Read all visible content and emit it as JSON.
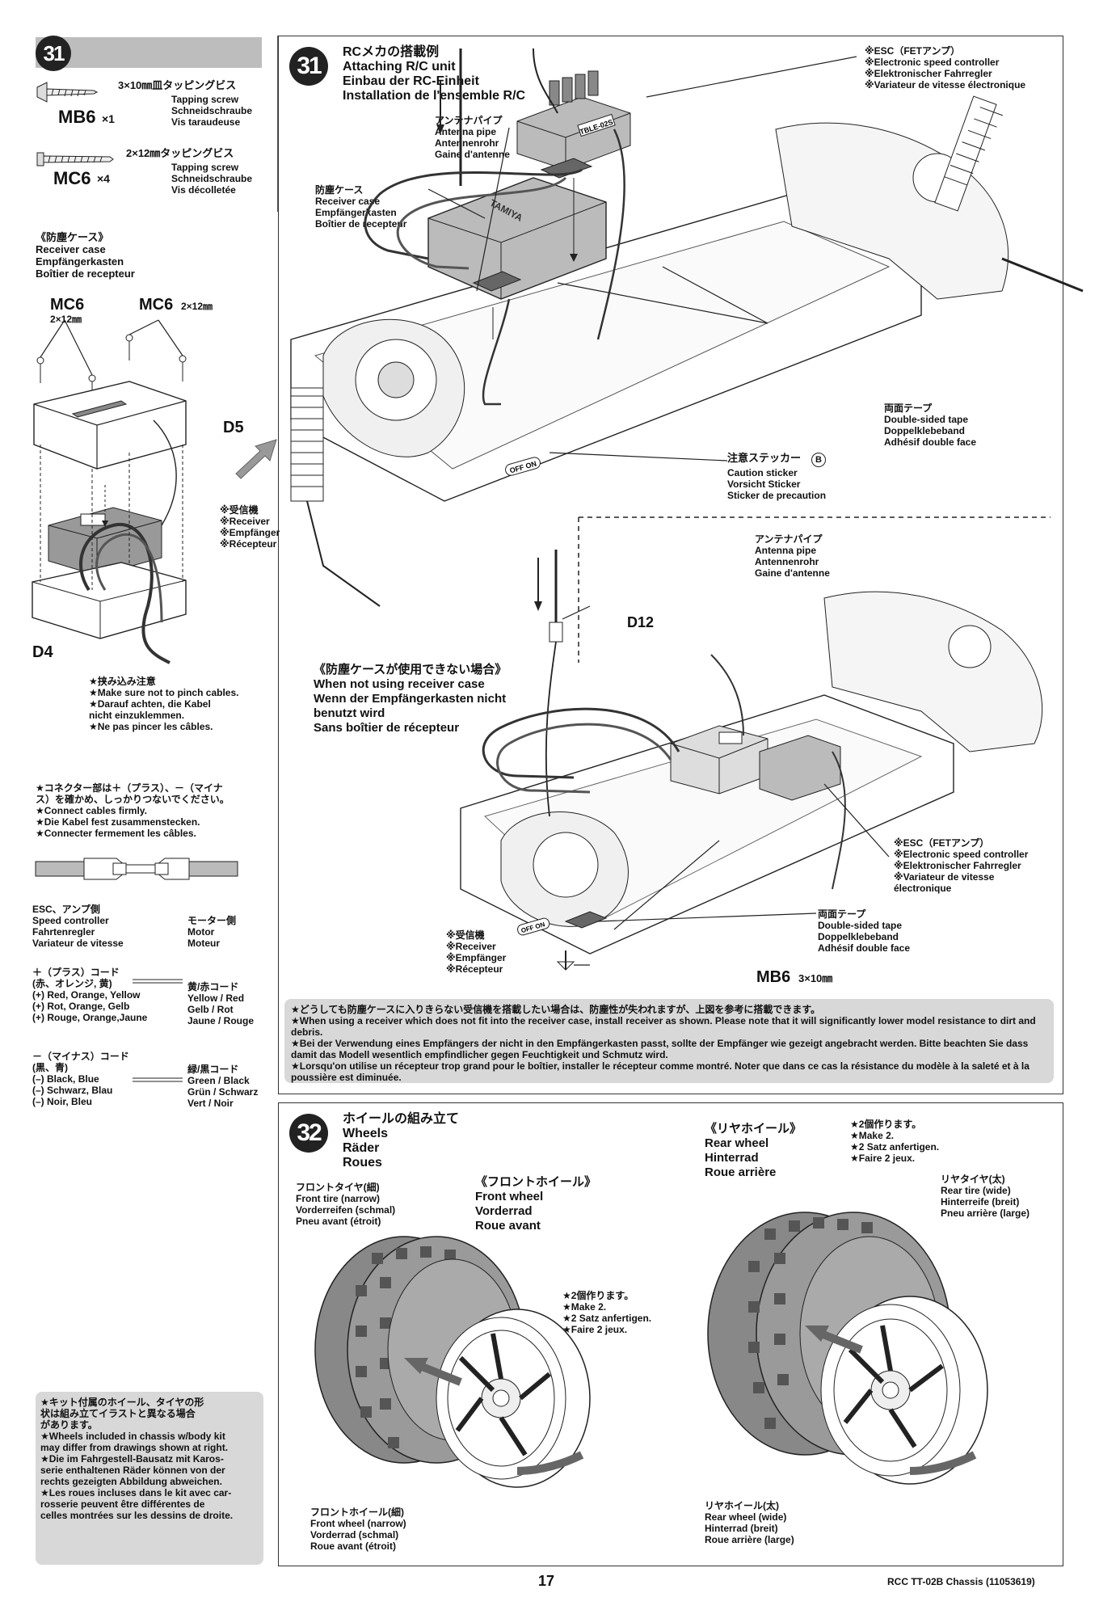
{
  "page": {
    "number": "17",
    "footer": "RCC TT-02B Chassis (11053619)"
  },
  "step31_left": {
    "step_num": "31",
    "screw_mb6": {
      "code": "MB6",
      "qty": "×1",
      "jp": "3×10㎜皿タッピングビス",
      "desc": "Tapping screw\nSchneidschraube\nVis taraudeuse"
    },
    "screw_mc6": {
      "code": "MC6",
      "qty": "×4",
      "jp": "2×12㎜タッピングビス",
      "desc": "Tapping screw\nSchneidschraube\nVis décolletée"
    },
    "receiver_case_label": "《防塵ケース》\nReceiver case\nEmpfängerkasten\nBoîtier de recepteur",
    "mc6_a": "MC6",
    "mc6_a_size": "2×12㎜",
    "mc6_b": "MC6",
    "mc6_b_size": "2×12㎜",
    "d5": "D5",
    "d4": "D4",
    "receiver_label": "※受信機\n※Receiver\n※Empfänger\n※Récepteur",
    "pinch_note": "★挟み込み注意\n★Make sure not to pinch cables.\n★Darauf achten, die Kabel\nnicht einzuklemmen.\n★Ne pas pincer les câbles.",
    "connector_note": "★コネクター部は＋（プラス）、－（マイナ\nス）を確かめ、しっかりつないでください。\n★Connect cables firmly.\n★Die Kabel fest zusammenstecken.\n★Connecter fermement les câbles.",
    "esc_side": "ESC、アンプ側\nSpeed controller\nFahrtenregler\nVariateur de vitesse",
    "motor_side": "モーター側\nMotor\nMoteur",
    "plus_cord": "＋（プラス）コード\n(赤、オレンジ, 黄)\n(+) Red, Orange, Yellow\n(+) Rot, Orange, Gelb\n(+) Rouge, Orange,Jaune",
    "yellow_red": "黄/赤コード\nYellow / Red\nGelb / Rot\nJaune / Rouge",
    "minus_cord": "－（マイナス）コード\n(黒、青)\n(–) Black, Blue\n(–) Schwarz, Blau\n(–) Noir, Bleu",
    "green_black": "緑/黒コード\nGreen / Black\nGrün / Schwarz\nVert / Noir"
  },
  "step31_main": {
    "step_num": "31",
    "title": "RCメカの搭載例\nAttaching R/C unit\nEinbau der RC-Einheit\nInstallation de l'ensemble R/C",
    "esc_label": "※ESC（FETアンプ）\n※Electronic speed controller\n※Elektronischer Fahrregler\n※Variateur de vitesse électronique",
    "antenna_label": "アンテナパイプ\nAntenna pipe\nAntennenrohr\nGaine d'antenne",
    "case_label": "防塵ケース\nReceiver case\nEmpfängerkasten\nBoîtier de recepteur",
    "tape_label": "両面テープ\nDouble-sided tape\nDoppelklebeband\nAdhésif double face",
    "sticker_label": "注意ステッカー",
    "sticker_badge": "B",
    "sticker_desc": "Caution sticker\nVorsicht Sticker\nSticker de precaution",
    "esc_decal": "TBLE-02S",
    "case_decal": "TAMIYA",
    "off_on": "OFF ON",
    "antenna_label2": "アンテナパイプ\nAntenna pipe\nAntennenrohr\nGaine d'antenne",
    "d12": "D12",
    "no_case_title": "《防塵ケースが使用できない場合》\nWhen not using receiver case\nWenn der Empfängerkasten nicht\nbenutzt wird\nSans boîtier de récepteur",
    "esc_label2": "※ESC（FETアンプ）\n※Electronic speed controller\n※Elektronischer Fahrregler\n※Variateur de vitesse\nélectronique",
    "tape_label2": "両面テープ\nDouble-sided tape\nDoppelklebeband\nAdhésif double face",
    "receiver_label2": "※受信機\n※Receiver\n※Empfänger\n※Récepteur",
    "mb6": "MB6",
    "mb6_size": "3×10㎜",
    "warning": "★どうしても防塵ケースに入りきらない受信機を搭載したい場合は、防塵性が失われますが、上図を参考に搭載できます。\n★When using a receiver which does not fit into the receiver case, install receiver as shown. Please note that it will significantly lower model resistance to dirt and debris.\n★Bei der Verwendung eines Empfängers der nicht in den Empfängerkasten passt, sollte der Empfänger wie gezeigt angebracht werden. Bitte beachten Sie dass damit das Modell wesentlich empfindlicher gegen Feuchtigkeit und Schmutz wird.\n★Lorsqu'on utilise un récepteur trop grand pour le boîtier, installer le récepteur comme montré. Noter que dans ce cas la résistance du modèle à la saleté et à la poussière est diminuée."
  },
  "step32": {
    "step_num": "32",
    "title": "ホイールの組み立て\nWheels\nRäder\nRoues",
    "front_tire": "フロントタイヤ(細)\nFront tire (narrow)\nVorderreifen (schmal)\nPneu avant (étroit)",
    "front_wheel_title": "《フロントホイール》\nFront wheel\nVorderrad\nRoue avant",
    "make2_a": "★2個作ります。\n★Make 2.\n★2 Satz anfertigen.\n★Faire 2 jeux.",
    "front_wheel": "フロントホイール(細)\nFront wheel (narrow)\nVorderrad (schmal)\nRoue avant (étroit)",
    "rear_wheel_title": "《リヤホイール》\nRear wheel\nHinterrad\nRoue arrière",
    "make2_b": "★2個作ります。\n★Make 2.\n★2 Satz anfertigen.\n★Faire 2 jeux.",
    "rear_tire": "リヤタイヤ(太)\nRear tire (wide)\nHinterreife (breit)\nPneu arrière (large)",
    "rear_wheel": "リヤホイール(太)\nRear wheel (wide)\nHinterrad (breit)\nRoue arrière (large)"
  },
  "side_note": "★キット付属のホイール、タイヤの形\n状は組み立てイラストと異なる場合\nがあります。\n★Wheels included in chassis w/body kit\nmay differ from drawings shown at right.\n★Die im Fahrgestell-Bausatz mit Karos-\nserie enthaltenen Räder können von der\nrechts gezeigten Abbildung abweichen.\n★Les roues incluses dans le kit avec car-\nrosserie peuvent être différentes de\ncelles montrées sur les dessins de droite."
}
